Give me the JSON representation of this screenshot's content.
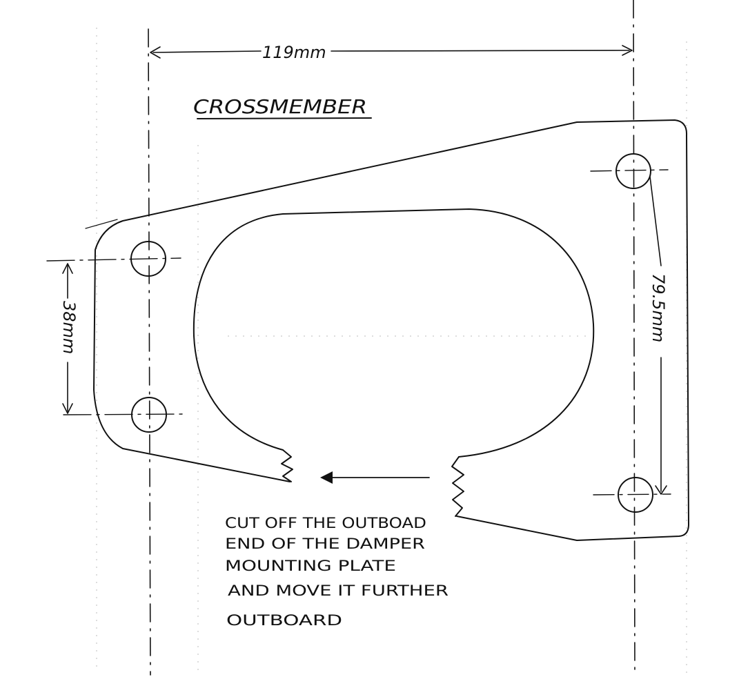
{
  "drawing": {
    "title": "CROSSMEMBER",
    "dim_width": "119mm",
    "dim_left_holes": "38mm",
    "dim_right_holes": "79.5mm",
    "note_lines": [
      "CUT OFF THE OUTBOAD",
      "END OF THE DAMPER",
      "MOUNTING PLATE",
      "AND MOVE IT FURTHER",
      "OUTBOARD"
    ],
    "ink_color": "#111111",
    "paper_color": "#ffffff"
  }
}
